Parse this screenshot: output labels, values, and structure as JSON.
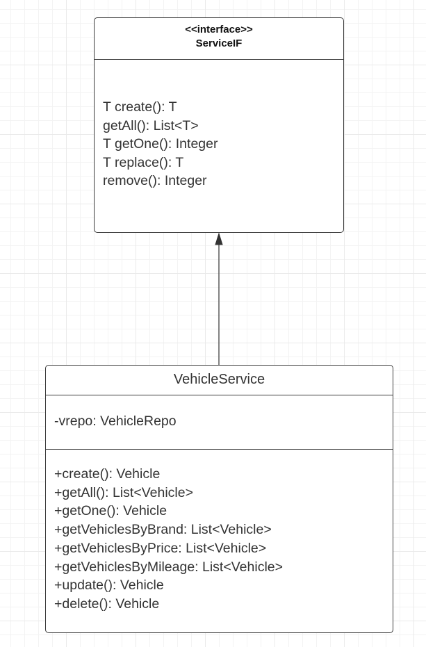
{
  "interface_class": {
    "stereotype": "<<interface>>",
    "name": "ServiceIF",
    "operations": [
      "T create(): T",
      "getAll(): List<T>",
      "T getOne(): Integer",
      "T replace(): T",
      "remove(): Integer"
    ]
  },
  "vehicle_service_class": {
    "name": "VehicleService",
    "attributes": [
      "-vrepo: VehicleRepo"
    ],
    "operations": [
      "+create(): Vehicle",
      "+getAll(): List<Vehicle>",
      "+getOne(): Vehicle",
      "+getVehiclesByBrand: List<Vehicle>",
      "+getVehiclesByPrice: List<Vehicle>",
      "+getVehiclesByMileage: List<Vehicle>",
      "+update(): Vehicle",
      "+delete(): Vehicle"
    ]
  },
  "relationship": {
    "type": "realization",
    "from": "VehicleService",
    "to": "ServiceIF"
  },
  "colors": {
    "border": "#3a3a3a",
    "text": "#333333",
    "grid": "#eaeaea"
  }
}
